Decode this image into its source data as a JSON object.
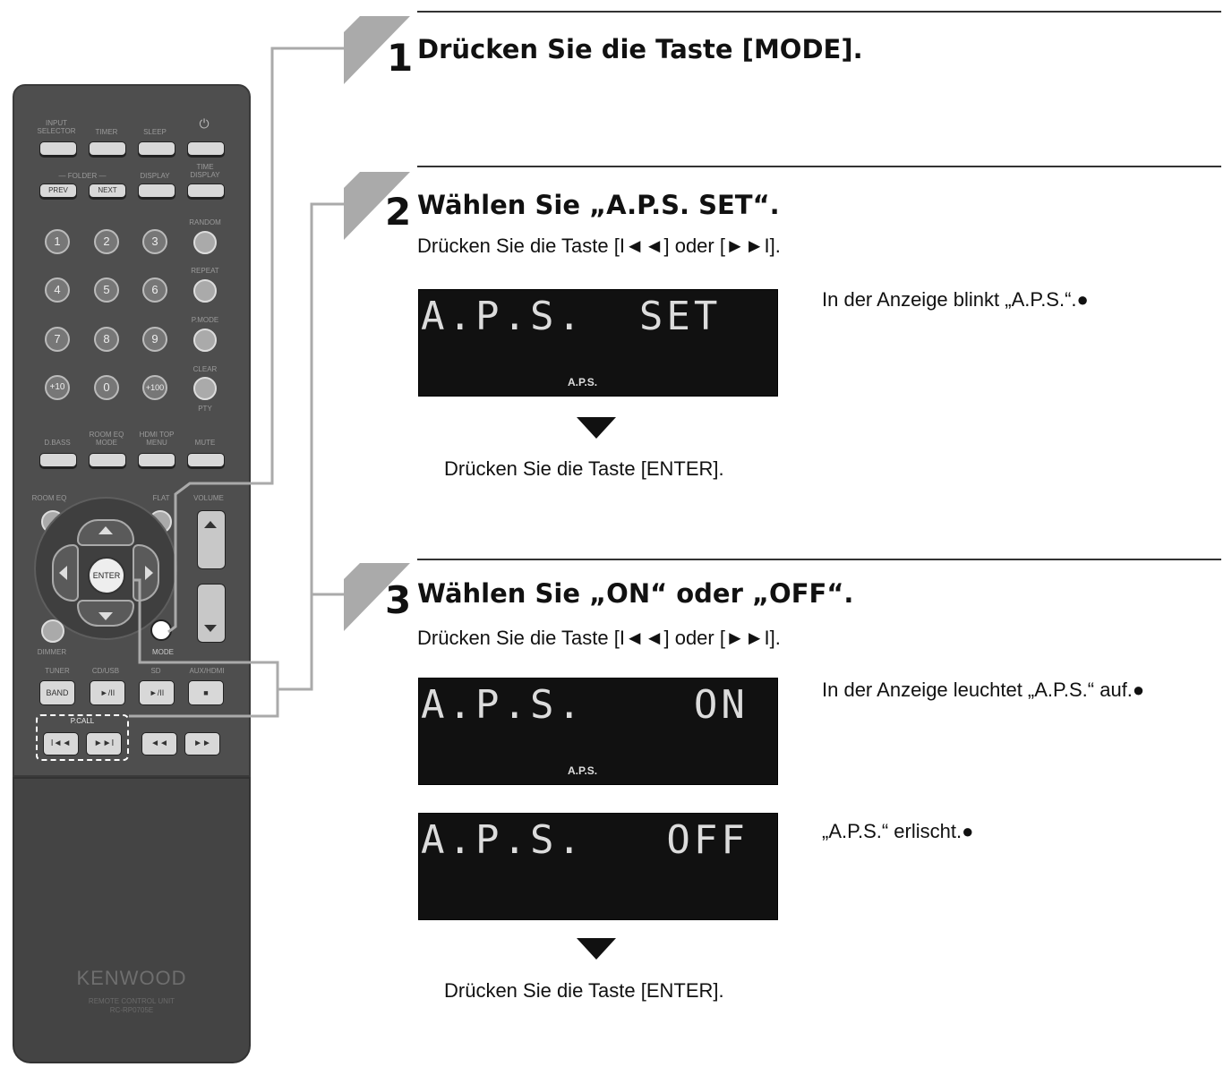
{
  "steps": [
    {
      "num": "1",
      "title": "Drücken Sie die Taste [MODE]."
    },
    {
      "num": "2",
      "title": "Wählen Sie „A.P.S. SET“.",
      "instruction": "Drücken Sie die Taste [I◄◄] oder [►►I].",
      "display": "A.P.S.  SET",
      "display_indicator": "A.P.S.",
      "note": "In der Anzeige blinkt „A.P.S.“.●",
      "after": "Drücken Sie die Taste [ENTER]."
    },
    {
      "num": "3",
      "title": "Wählen Sie „ON“ oder „OFF“.",
      "instruction": "Drücken Sie die Taste [I◄◄] oder [►►I].",
      "display_on": "A.P.S.    ON",
      "display_on_indicator": "A.P.S.",
      "note_on": "In der Anzeige leuchtet „A.P.S.“ auf.●",
      "display_off": "A.P.S.   OFF",
      "note_off": "„A.P.S.“ erlischt.●",
      "after": "Drücken Sie die Taste [ENTER]."
    }
  ],
  "remote": {
    "brand": "KENWOOD",
    "model": "REMOTE CONTROL UNIT\nRC-RP0705E",
    "row1": [
      "INPUT SELECTOR",
      "TIMER",
      "SLEEP",
      "⏻"
    ],
    "row2": [
      "— FOLDER —",
      "DISPLAY",
      "TIME DISPLAY"
    ],
    "folder_buttons": [
      "PREV",
      "NEXT"
    ],
    "numbers": [
      "1",
      "2",
      "3",
      "4",
      "5",
      "6",
      "7",
      "8",
      "9",
      "+10",
      "0",
      "+100"
    ],
    "side_labels": [
      "RANDOM",
      "REPEAT",
      "P.MODE",
      "CLEAR",
      "PTY"
    ],
    "row_func": [
      "D.BASS",
      "ROOM EQ MODE",
      "HDMI TOP MENU",
      "MUTE"
    ],
    "nav_labels": [
      "ROOM EQ",
      "FLAT",
      "VOLUME"
    ],
    "enter": "ENTER",
    "mode": "MODE",
    "dimmer": "DIMMER",
    "transport_labels": [
      "TUNER",
      "CD/USB",
      "SD",
      "AUX/HDMI"
    ],
    "transport": [
      "BAND",
      "►/II",
      "►/II",
      "■"
    ],
    "pcall": "P.CALL",
    "skip": [
      "I◄◄",
      "►►I",
      "◄◄",
      "►►"
    ]
  }
}
